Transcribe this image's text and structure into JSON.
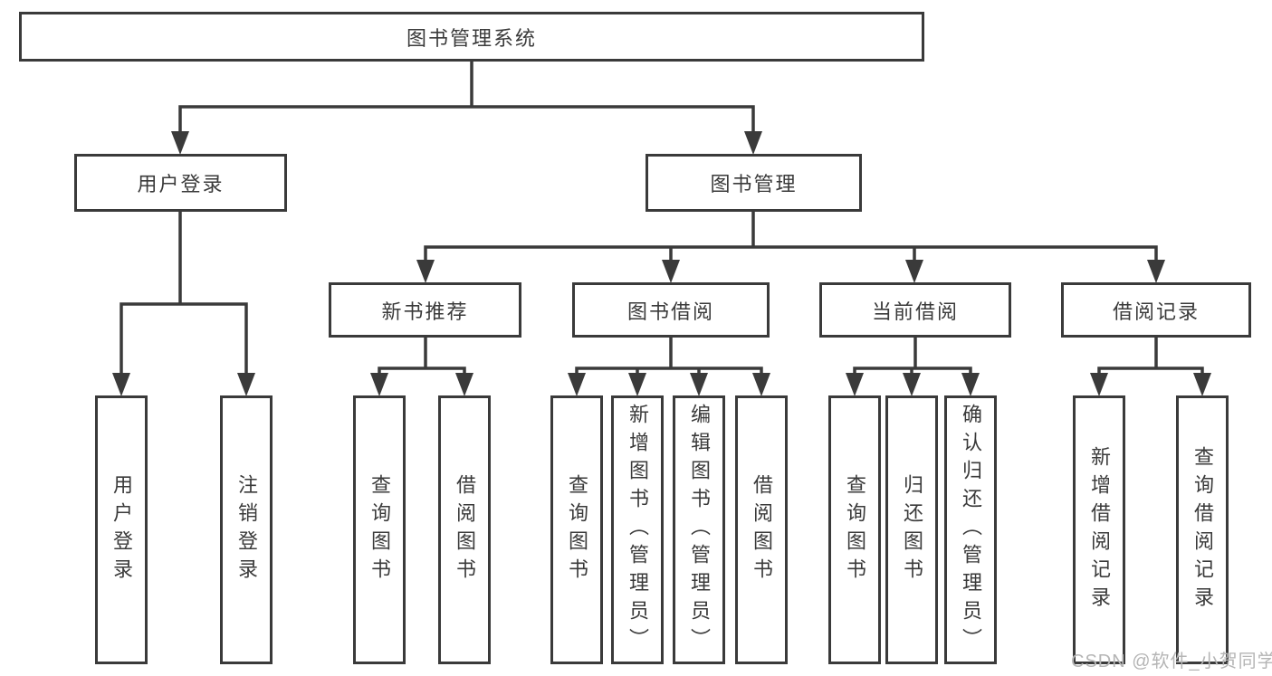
{
  "diagram": {
    "root": {
      "label": "图书管理系统"
    },
    "level2": [
      {
        "id": "user-login",
        "label": "用户登录"
      },
      {
        "id": "book-management",
        "label": "图书管理"
      }
    ],
    "level3": [
      {
        "id": "new-book-recommend",
        "label": "新书推荐"
      },
      {
        "id": "book-borrow",
        "label": "图书借阅"
      },
      {
        "id": "current-borrow",
        "label": "当前借阅"
      },
      {
        "id": "borrow-records",
        "label": "借阅记录"
      }
    ],
    "leaves": [
      {
        "id": "user-login-leaf",
        "label": "用户登录"
      },
      {
        "id": "logout",
        "label": "注销登录"
      },
      {
        "id": "query-books-1",
        "label": "查询图书"
      },
      {
        "id": "borrow-books-1",
        "label": "借阅图书"
      },
      {
        "id": "query-books-2",
        "label": "查询图书"
      },
      {
        "id": "add-book-admin",
        "label": "新增图书（管理员）"
      },
      {
        "id": "edit-book-admin",
        "label": "编辑图书（管理员）"
      },
      {
        "id": "borrow-books-2",
        "label": "借阅图书"
      },
      {
        "id": "query-books-3",
        "label": "查询图书"
      },
      {
        "id": "return-book",
        "label": "归还图书"
      },
      {
        "id": "confirm-return-admin",
        "label": "确认归还（管理员）"
      },
      {
        "id": "add-borrow-record",
        "label": "新增借阅记录"
      },
      {
        "id": "query-borrow-record",
        "label": "查询借阅记录"
      }
    ]
  },
  "watermark": {
    "text": "CSDN @软件_小贺同学"
  },
  "colors": {
    "line": "#3a3a3a",
    "text": "#3a3a3a",
    "box_background": "#ffffff",
    "watermark": "#b5b5b5",
    "background": "#ffffff"
  }
}
